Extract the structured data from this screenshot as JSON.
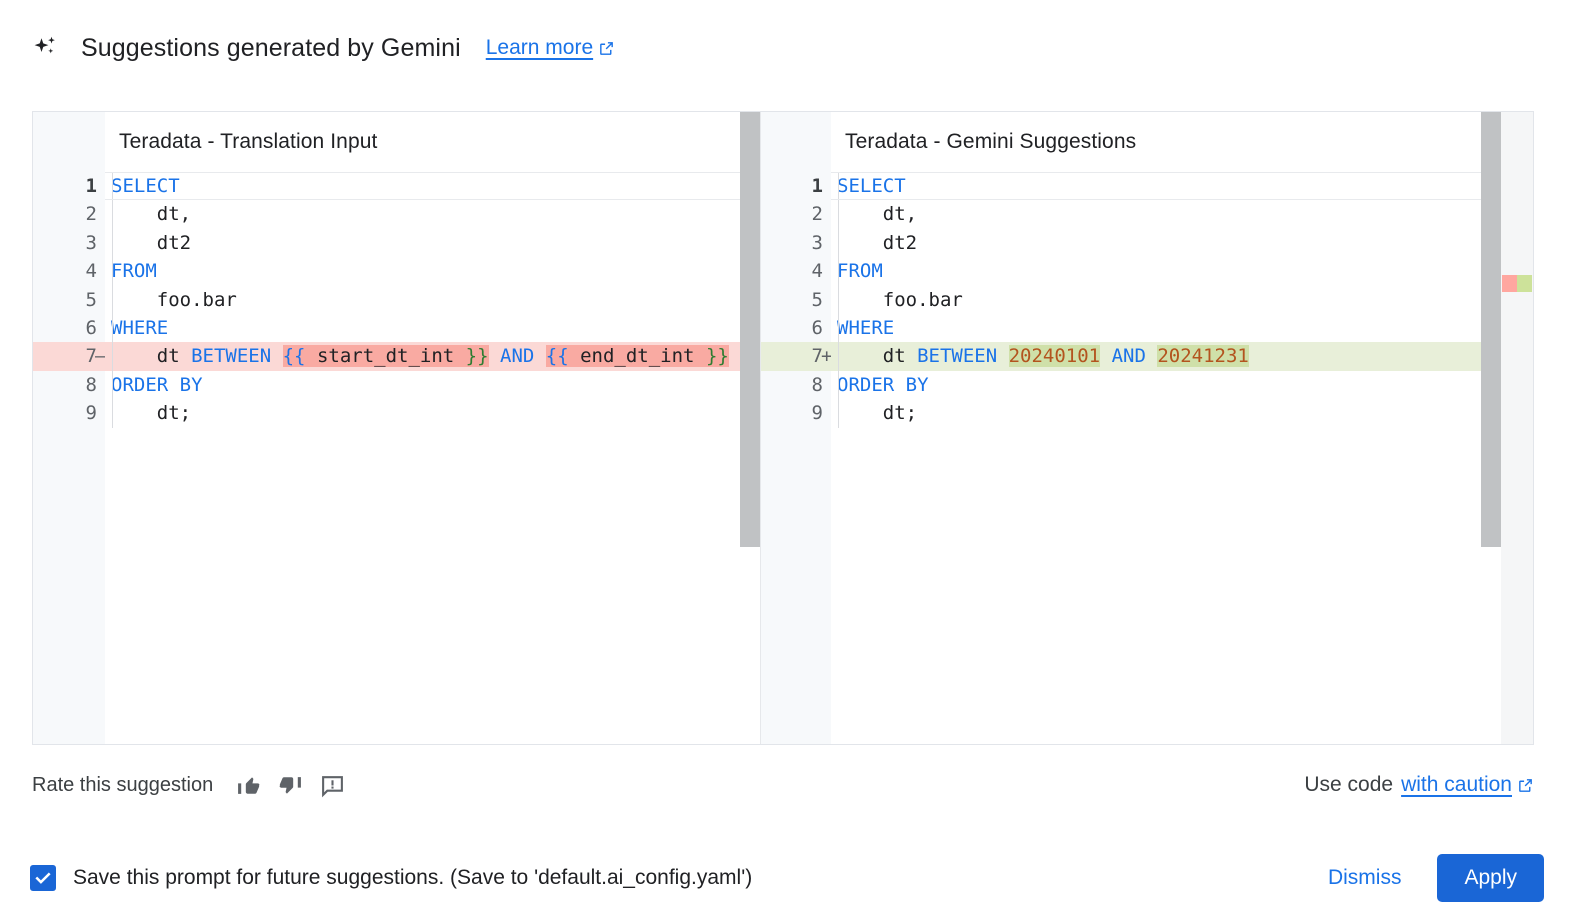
{
  "header": {
    "icon": "sparkle-icon",
    "title": "Suggestions generated by Gemini",
    "learn_more": "Learn more",
    "learn_more_icon": "external-link-icon"
  },
  "colors": {
    "accent": "#1a73e8",
    "button_fill": "#1a66d6",
    "keyword": "#1a73e8",
    "number": "#b3541e",
    "diff_delete_line": "#fbd9d6",
    "diff_delete_word": "#f9aaa2",
    "diff_add_line": "#e8efd9",
    "diff_add_word": "#cfe0a9",
    "ruler_delete": "#ffa7a0",
    "ruler_add": "#cde29a",
    "scrollbar": "#c0c2c4"
  },
  "diff": {
    "left": {
      "title": "Teradata - Translation Input",
      "lines": [
        {
          "n": "1",
          "marker": "",
          "active": true,
          "state": "current",
          "tokens": [
            {
              "t": "SELECT",
              "c": "kw"
            }
          ]
        },
        {
          "n": "2",
          "marker": "",
          "active": false,
          "state": "",
          "tokens": [
            {
              "t": "    dt,",
              "c": ""
            }
          ]
        },
        {
          "n": "3",
          "marker": "",
          "active": false,
          "state": "",
          "tokens": [
            {
              "t": "    dt2",
              "c": ""
            }
          ]
        },
        {
          "n": "4",
          "marker": "",
          "active": false,
          "state": "",
          "tokens": [
            {
              "t": "FROM",
              "c": "kw"
            }
          ]
        },
        {
          "n": "5",
          "marker": "",
          "active": false,
          "state": "",
          "tokens": [
            {
              "t": "    foo.bar",
              "c": ""
            }
          ]
        },
        {
          "n": "6",
          "marker": "",
          "active": false,
          "state": "",
          "tokens": [
            {
              "t": "WHERE",
              "c": "kw"
            }
          ]
        },
        {
          "n": "7",
          "marker": "—",
          "active": false,
          "state": "del",
          "tokens": [
            {
              "t": "    dt ",
              "c": ""
            },
            {
              "t": "BETWEEN",
              "c": "kw"
            },
            {
              "t": " ",
              "c": ""
            },
            {
              "t": "{{",
              "c": "brace-o wdel"
            },
            {
              "t": " start_dt_int ",
              "c": "wdel"
            },
            {
              "t": "}}",
              "c": "brace-c wdel"
            },
            {
              "t": " ",
              "c": ""
            },
            {
              "t": "AND",
              "c": "kw"
            },
            {
              "t": " ",
              "c": ""
            },
            {
              "t": "{{",
              "c": "brace-o wdel"
            },
            {
              "t": " end_dt_int ",
              "c": "wdel"
            },
            {
              "t": "}}",
              "c": "brace-c wdel"
            }
          ]
        },
        {
          "n": "8",
          "marker": "",
          "active": false,
          "state": "",
          "tokens": [
            {
              "t": "ORDER BY",
              "c": "kw"
            }
          ]
        },
        {
          "n": "9",
          "marker": "",
          "active": false,
          "state": "",
          "tokens": [
            {
              "t": "    dt;",
              "c": ""
            }
          ]
        }
      ]
    },
    "right": {
      "title": "Teradata - Gemini Suggestions",
      "lines": [
        {
          "n": "1",
          "marker": "",
          "active": true,
          "state": "current",
          "tokens": [
            {
              "t": "SELECT",
              "c": "kw"
            }
          ]
        },
        {
          "n": "2",
          "marker": "",
          "active": false,
          "state": "",
          "tokens": [
            {
              "t": "    dt,",
              "c": ""
            }
          ]
        },
        {
          "n": "3",
          "marker": "",
          "active": false,
          "state": "",
          "tokens": [
            {
              "t": "    dt2",
              "c": ""
            }
          ]
        },
        {
          "n": "4",
          "marker": "",
          "active": false,
          "state": "",
          "tokens": [
            {
              "t": "FROM",
              "c": "kw"
            }
          ]
        },
        {
          "n": "5",
          "marker": "",
          "active": false,
          "state": "",
          "tokens": [
            {
              "t": "    foo.bar",
              "c": ""
            }
          ]
        },
        {
          "n": "6",
          "marker": "",
          "active": false,
          "state": "",
          "tokens": [
            {
              "t": "WHERE",
              "c": "kw"
            }
          ]
        },
        {
          "n": "7",
          "marker": "+",
          "active": false,
          "state": "add",
          "tokens": [
            {
              "t": "    dt ",
              "c": ""
            },
            {
              "t": "BETWEEN",
              "c": "kw"
            },
            {
              "t": " ",
              "c": ""
            },
            {
              "t": "20240101",
              "c": "num wadd"
            },
            {
              "t": " ",
              "c": ""
            },
            {
              "t": "AND",
              "c": "kw"
            },
            {
              "t": " ",
              "c": ""
            },
            {
              "t": "20241231",
              "c": "num wadd"
            }
          ]
        },
        {
          "n": "8",
          "marker": "",
          "active": false,
          "state": "",
          "tokens": [
            {
              "t": "ORDER BY",
              "c": "kw"
            }
          ]
        },
        {
          "n": "9",
          "marker": "",
          "active": false,
          "state": "",
          "tokens": [
            {
              "t": "    dt;",
              "c": ""
            }
          ]
        }
      ]
    }
  },
  "rate": {
    "label": "Rate this suggestion",
    "thumb_up_icon": "thumb-up-icon",
    "thumb_down_icon": "thumb-down-icon",
    "report_icon": "report-feedback-icon",
    "caution_prefix": "Use code",
    "caution_link": "with caution",
    "caution_icon": "external-link-icon"
  },
  "footer": {
    "checkbox_checked": true,
    "checkbox_label": "Save this prompt for future suggestions. (Save to 'default.ai_config.yaml')",
    "dismiss_label": "Dismiss",
    "apply_label": "Apply"
  }
}
